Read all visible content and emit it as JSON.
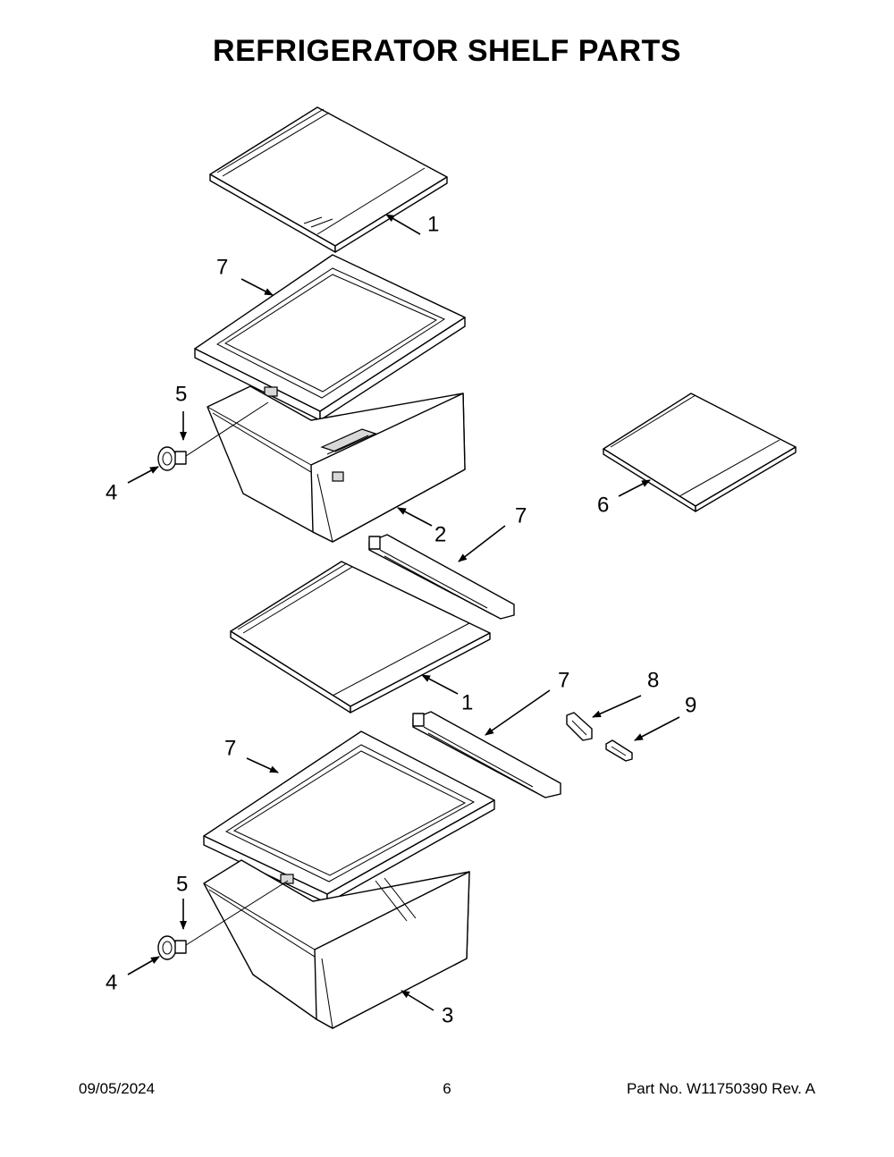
{
  "title": "REFRIGERATOR SHELF PARTS",
  "callouts": [
    "1",
    "7",
    "5",
    "4",
    "2",
    "7",
    "6",
    "1",
    "7",
    "8",
    "9",
    "7",
    "5",
    "4",
    "3"
  ],
  "footer": {
    "date": "09/05/2024",
    "page": "6",
    "part_number": "Part No.  W11750390  Rev.  A"
  }
}
